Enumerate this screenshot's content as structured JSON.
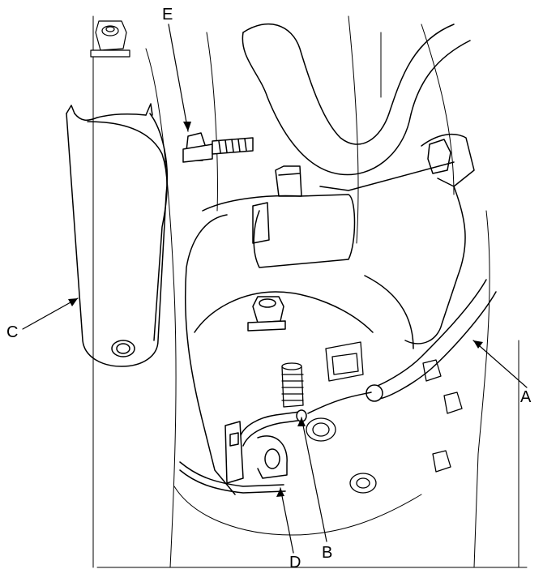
{
  "diagram": {
    "callouts": {
      "A": "A",
      "B": "B",
      "C": "C",
      "D": "D",
      "E": "E"
    },
    "style": {
      "line_color": "#000000",
      "background": "#ffffff"
    }
  }
}
